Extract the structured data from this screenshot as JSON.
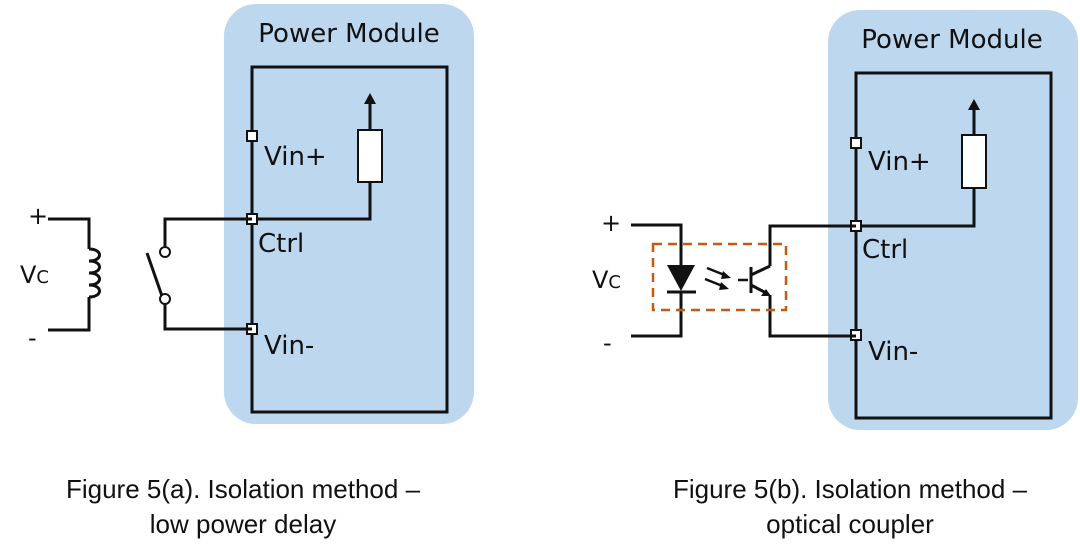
{
  "figures": [
    {
      "id": "a",
      "module_title": "Power Module",
      "pins": {
        "vin_plus": "Vin+",
        "ctrl": "Ctrl",
        "vin_minus": "Vin-"
      },
      "source": {
        "plus": "+",
        "minus": "-",
        "label_main": "V",
        "label_sub": "C"
      },
      "isolation_element": "relay",
      "caption_line1": "Figure 5(a). Isolation method –",
      "caption_line2": "low power delay"
    },
    {
      "id": "b",
      "module_title": "Power Module",
      "pins": {
        "vin_plus": "Vin+",
        "ctrl": "Ctrl",
        "vin_minus": "Vin-"
      },
      "source": {
        "plus": "+",
        "minus": "-",
        "label_main": "V",
        "label_sub": "C"
      },
      "isolation_element": "optical-coupler",
      "caption_line1": "Figure 5(b). Isolation method –",
      "caption_line2": "optical coupler"
    }
  ],
  "colors": {
    "module_fill": "#bdd7ee",
    "wire": "#111111",
    "coupler_outline": "#c55a11"
  }
}
